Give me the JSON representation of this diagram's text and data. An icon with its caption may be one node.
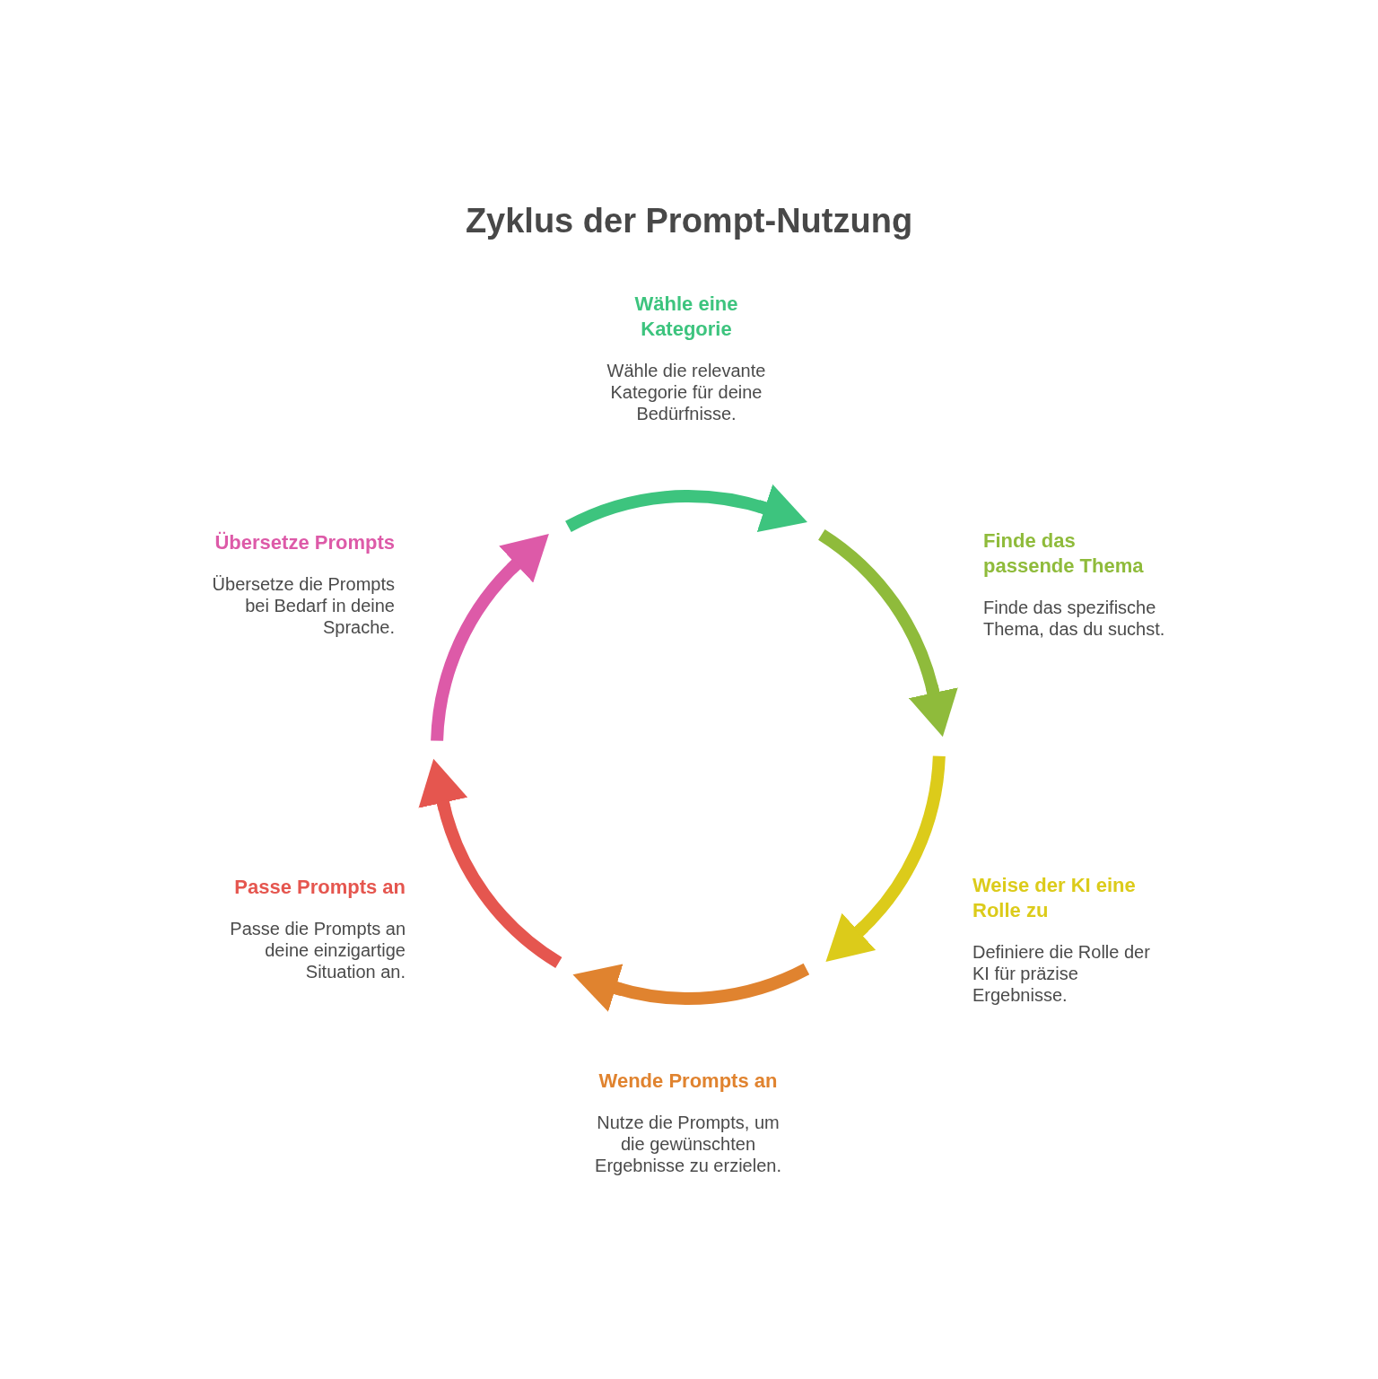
{
  "diagram": {
    "title": "Zyklus der Prompt-Nutzung",
    "nodes": [
      {
        "text": [
          "Wähle eine Kategorie",
          "Wähle die relevante Kategorie für deine Bedürfnisse."
        ]
      },
      {
        "text": [
          "Finde das passende Thema",
          "Finde das spezifische Thema, das du suchst."
        ]
      },
      {
        "text": [
          "Weise der KI eine Rolle zu",
          "Definiere die Rolle der KI für präzise Ergebnisse."
        ]
      },
      {
        "text": [
          "Wende Prompts an",
          "Nutze die Prompts, um die gewünschten Ergebnisse zu erzielen."
        ]
      },
      {
        "text": [
          "Passe Prompts an",
          "Passe die Prompts an deine einzigartige Situation an."
        ]
      },
      {
        "text": [
          "Übersetze Prompts",
          "Übersetze die Prompts bei Bedarf in deine Sprache."
        ]
      }
    ],
    "edges": [
      {
        "from": 0,
        "to": 1,
        "arrow": "to",
        "color": "#3dc47e"
      },
      {
        "from": 1,
        "to": 2,
        "arrow": "to",
        "color": "#8fbb3b"
      },
      {
        "from": 2,
        "to": 3,
        "arrow": "to",
        "color": "#dccb1a"
      },
      {
        "from": 3,
        "to": 4,
        "arrow": "to",
        "color": "#e0832f"
      },
      {
        "from": 4,
        "to": 5,
        "arrow": "to",
        "color": "#e5564f"
      },
      {
        "from": 5,
        "to": 0,
        "arrow": "to",
        "color": "#dd5aa8"
      }
    ]
  }
}
